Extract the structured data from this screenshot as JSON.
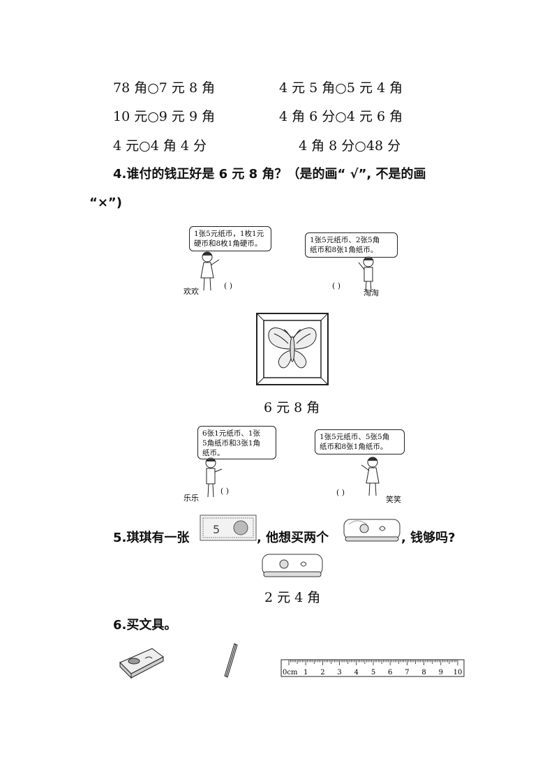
{
  "comparisons": [
    [
      "78 角○7 元 8 角",
      "4 元 5 角○5 元 4 角"
    ],
    [
      "10 元○9 元 9 角",
      "4 角 6 分○4 元 6 角"
    ],
    [
      "4 元○4 角 4 分",
      "4 角 8 分○48 分"
    ]
  ],
  "q4": {
    "title": "4.谁付的钱正好是 6 元 8 角？（是的画“ √”, 不是的画",
    "title_cont": "“×”)",
    "price": "6 元 8 角",
    "blank": "( )",
    "kids": [
      {
        "name": "欢欢",
        "speech_l1": "1张5元纸币，1枚1元",
        "speech_l2": "硬币和8枚1角硬币。"
      },
      {
        "name": "淘淘",
        "speech_l1": "1张5元纸币、2张5角",
        "speech_l2": "纸币和8张1角纸币。"
      },
      {
        "name": "乐乐",
        "speech_l1": "6张1元纸币、1张",
        "speech_l2": "5角纸币和3张1角",
        "speech_l3": "纸币。"
      },
      {
        "name": "笑笑",
        "speech_l1": "1张5元纸币、5张5角",
        "speech_l2": "纸币和8张1角纸币。"
      }
    ]
  },
  "q5": {
    "text_a": "5.琪琪有一张",
    "text_b": ", 他想买两个",
    "text_c": ", 钱够吗?",
    "banknote_value": "5",
    "price": "2 元 4 角"
  },
  "q6": {
    "title": "6.买文具。",
    "ruler_labels": [
      "0cm",
      "1",
      "2",
      "3",
      "4",
      "5",
      "6",
      "7",
      "8",
      "9",
      "10"
    ]
  }
}
